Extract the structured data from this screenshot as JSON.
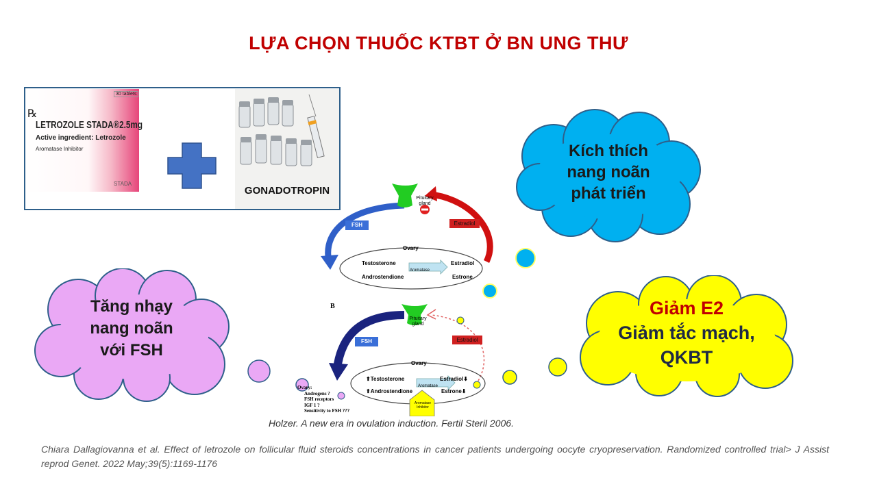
{
  "title": "LỰA CHỌN THUỐC KTBT Ở BN UNG THƯ",
  "letrozole_pack": {
    "rx": "℞",
    "count": "30 tablets",
    "name": "LETROZOLE STADA®2.5mg",
    "ingredient": "Active ingredient: Letrozole",
    "class": "Aromatase Inhibitor",
    "brand": "STADA"
  },
  "gonadotropin_label": "GONADOTROPIN",
  "cloud_blue": {
    "line1": "Kích thích",
    "line2": "nang noãn",
    "line3": "phát triển",
    "color": "#00b0f0"
  },
  "cloud_pink": {
    "line1": "Tăng nhạy",
    "line2": "nang noãn",
    "line3": "với FSH",
    "color": "#eaa8f5"
  },
  "cloud_yellow": {
    "line1": "Giảm E2",
    "line2": "Giảm tắc mạch,",
    "line3": "QKBT",
    "color": "#ffff00",
    "highlight": "#c00000"
  },
  "diagram_a": {
    "pituitary": "Pituitary gland",
    "fsh": "FSH",
    "estradiol": "Estradiol",
    "ovary": "Ovary",
    "testosterone": "Testosterone",
    "androstendione": "Androstendione",
    "aromatase": "Aromatase",
    "estradiol_out": "Estradiol",
    "estrone": "Estrone"
  },
  "diagram_b": {
    "panel_label": "B",
    "pituitary": "Pituitary gland",
    "fsh": "FSH",
    "estradiol": "Estradiol",
    "ovary": "Ovary",
    "testosterone": "Testosterone",
    "androstendione": "Androstendione",
    "aromatase": "Aromatase",
    "estradiol_out": "Estradiol",
    "estrone": "Estrone",
    "inhibitor": "Aromatase Inhibitor",
    "notes": [
      "Ovary:",
      "Androgens ?",
      "FSH receptors",
      "IGF 1 ?",
      "Sensitivity to FSH ???"
    ]
  },
  "citation_holzer": "Holzer. A new era in ovulation induction. Fertil Steril 2006.",
  "citation_chiara": "Chiara Dallagiovanna et al. Effect of letrozole on follicular fluid steroids concentrations in cancer patients undergoing oocyte cryopreservation. Randomized controlled trial> J Assist reprod Genet. 2022 May;39(5):1169-1176"
}
